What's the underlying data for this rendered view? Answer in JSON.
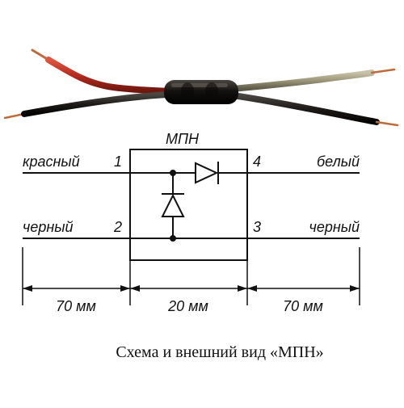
{
  "diagram": {
    "module_title": "МПН",
    "pins": {
      "p1": "1",
      "p2": "2",
      "p3": "3",
      "p4": "4"
    },
    "wires": {
      "left_top": "красный",
      "left_bottom": "черный",
      "right_top": "белый",
      "right_bottom": "черный"
    },
    "dimensions": {
      "left": "70 мм",
      "middle": "20 мм",
      "right": "70 мм"
    },
    "caption": "Схема и внешний вид «МПН»",
    "colors": {
      "line": "#111111",
      "red_wire": "#b32a1f",
      "black_wire": "#1e1a17",
      "beige_wire": "#9a9479",
      "module_body": "#141210",
      "copper": "#c06a3a"
    }
  }
}
